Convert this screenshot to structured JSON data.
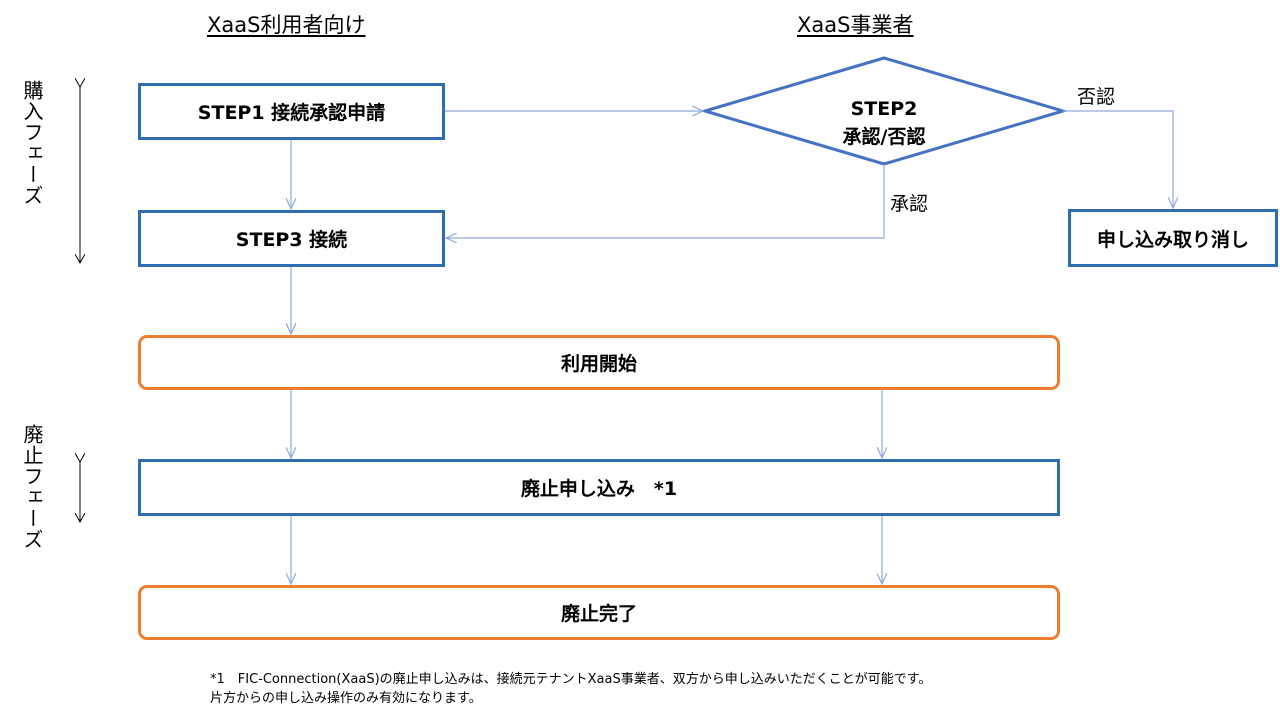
{
  "headers": {
    "user": "XaaS利用者向け",
    "provider": "XaaS事業者"
  },
  "phases": {
    "purchase": "購入フェーズ",
    "abolish": "廃止フェーズ"
  },
  "boxes": {
    "step1": "STEP1 接続承認申請",
    "step2_line1": "STEP2",
    "step2_line2": "承認/否認",
    "step3": "STEP3 接続",
    "cancel": "申し込み取り消し",
    "start": "利用開始",
    "abolish_request": "廃止申し込み　*1",
    "abolish_complete": "廃止完了"
  },
  "edge_labels": {
    "reject": "否認",
    "approve": "承認"
  },
  "footnote": {
    "line1": "*1　FIC-Connection(XaaS)の廃止申し込みは、接続元テナントXaaS事業者、双方から申し込みいただくことが可能です。",
    "line2": "片方からの申し込み操作のみ有効になります。"
  },
  "colors": {
    "blue_border": "#2e6db2",
    "orange_border": "#ed7d31",
    "connector": "#8eaadb"
  }
}
